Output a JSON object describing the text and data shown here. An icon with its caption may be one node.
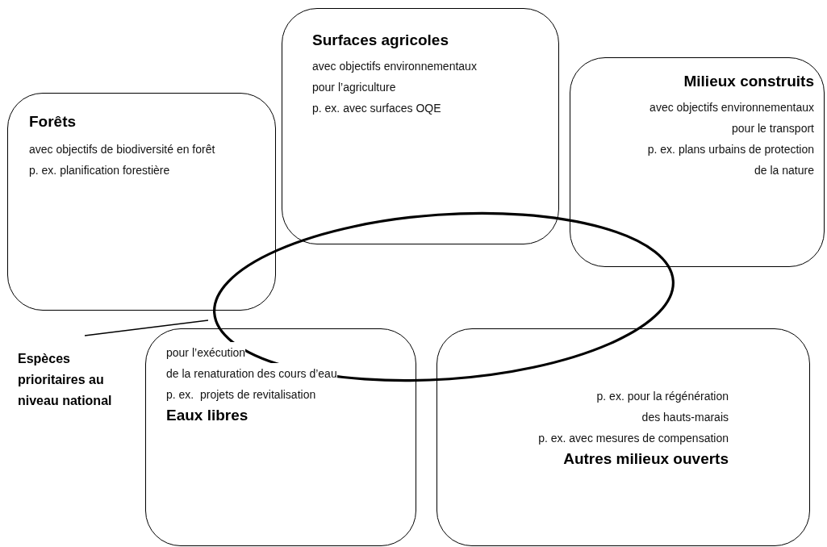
{
  "diagram": {
    "nodes": [
      {
        "text": [
          "Forêts",
          "avec objectifs de biodiversité en forêt",
          "p. ex. planification forestière"
        ]
      },
      {
        "text": [
          "Surfaces agricoles",
          "avec objectifs environnementaux",
          "pour l’agriculture",
          "p. ex. avec surfaces OQE"
        ]
      },
      {
        "text": [
          "Milieux construits",
          "avec objectifs environnementaux",
          "pour le transport",
          "p. ex. plans urbains de protection",
          "de la nature"
        ]
      },
      {
        "text": [
          "pour l’exécution",
          "de la renaturation des cours d’eau",
          "p. ex.  projets de revitalisation",
          "Eaux libres"
        ]
      },
      {
        "text": [
          "p. ex. pour la régénération",
          "des hauts-marais",
          "p. ex. avec mesures de compensation",
          "Autres milieux ouverts"
        ]
      },
      {
        "text": [],
        "shape": "ellipse"
      },
      {
        "text": [
          "Espèces prioritaires au niveau national"
        ]
      }
    ],
    "edges": [
      {
        "from": 6,
        "to": 5,
        "arrow": "none"
      }
    ]
  }
}
